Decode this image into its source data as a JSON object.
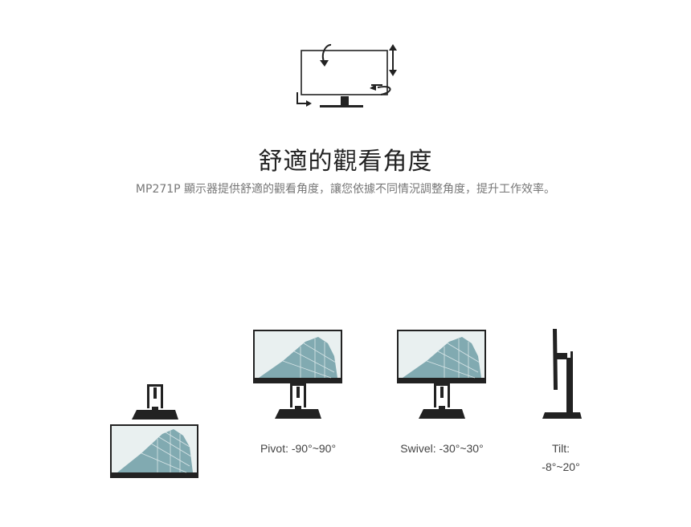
{
  "section": {
    "title": "舒適的觀看角度",
    "subtitle": "MP271P 顯示器提供舒適的觀看角度，讓您依據不同情況調整角度，提升工作效率。"
  },
  "features": [
    {
      "name": "height",
      "label": ""
    },
    {
      "name": "pivot",
      "label": "Pivot: -90°~90°"
    },
    {
      "name": "swivel",
      "label": "Swivel: -30°~30°"
    },
    {
      "name": "tilt",
      "label_line1": "Tilt:",
      "label_line2": "-8°~20°"
    }
  ],
  "colors": {
    "monitor": "#222222",
    "screen_bg": "#e9f0f0",
    "building": "#6f9ea6"
  },
  "icons": [
    "monitor-adjust-icon",
    "rotate-arrow-icon",
    "updown-arrow-icon",
    "swivel-arrow-icon"
  ]
}
